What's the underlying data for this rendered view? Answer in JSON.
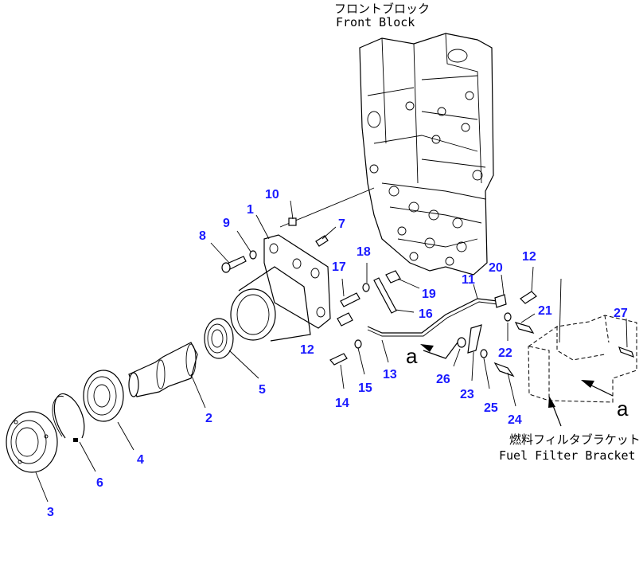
{
  "diagram": {
    "title_jp": "フロントブロック",
    "title_en": "Front Block",
    "bracket_label_jp": "燃料フィルタブラケット",
    "bracket_label_en": "Fuel Filter Bracket",
    "view_marker": "a",
    "label_color": "#1a1aff",
    "callouts": [
      {
        "id": "1",
        "label": "1"
      },
      {
        "id": "2",
        "label": "2"
      },
      {
        "id": "3",
        "label": "3"
      },
      {
        "id": "4",
        "label": "4"
      },
      {
        "id": "5",
        "label": "5"
      },
      {
        "id": "6",
        "label": "6"
      },
      {
        "id": "7",
        "label": "7"
      },
      {
        "id": "8",
        "label": "8"
      },
      {
        "id": "9",
        "label": "9"
      },
      {
        "id": "10",
        "label": "10"
      },
      {
        "id": "11",
        "label": "11"
      },
      {
        "id": "12a",
        "label": "12"
      },
      {
        "id": "12b",
        "label": "12"
      },
      {
        "id": "13",
        "label": "13"
      },
      {
        "id": "14",
        "label": "14"
      },
      {
        "id": "15",
        "label": "15"
      },
      {
        "id": "16",
        "label": "16"
      },
      {
        "id": "17",
        "label": "17"
      },
      {
        "id": "18",
        "label": "18"
      },
      {
        "id": "19",
        "label": "19"
      },
      {
        "id": "20",
        "label": "20"
      },
      {
        "id": "21",
        "label": "21"
      },
      {
        "id": "22",
        "label": "22"
      },
      {
        "id": "23",
        "label": "23"
      },
      {
        "id": "24",
        "label": "24"
      },
      {
        "id": "25",
        "label": "25"
      },
      {
        "id": "26",
        "label": "26"
      },
      {
        "id": "27",
        "label": "27"
      }
    ]
  }
}
